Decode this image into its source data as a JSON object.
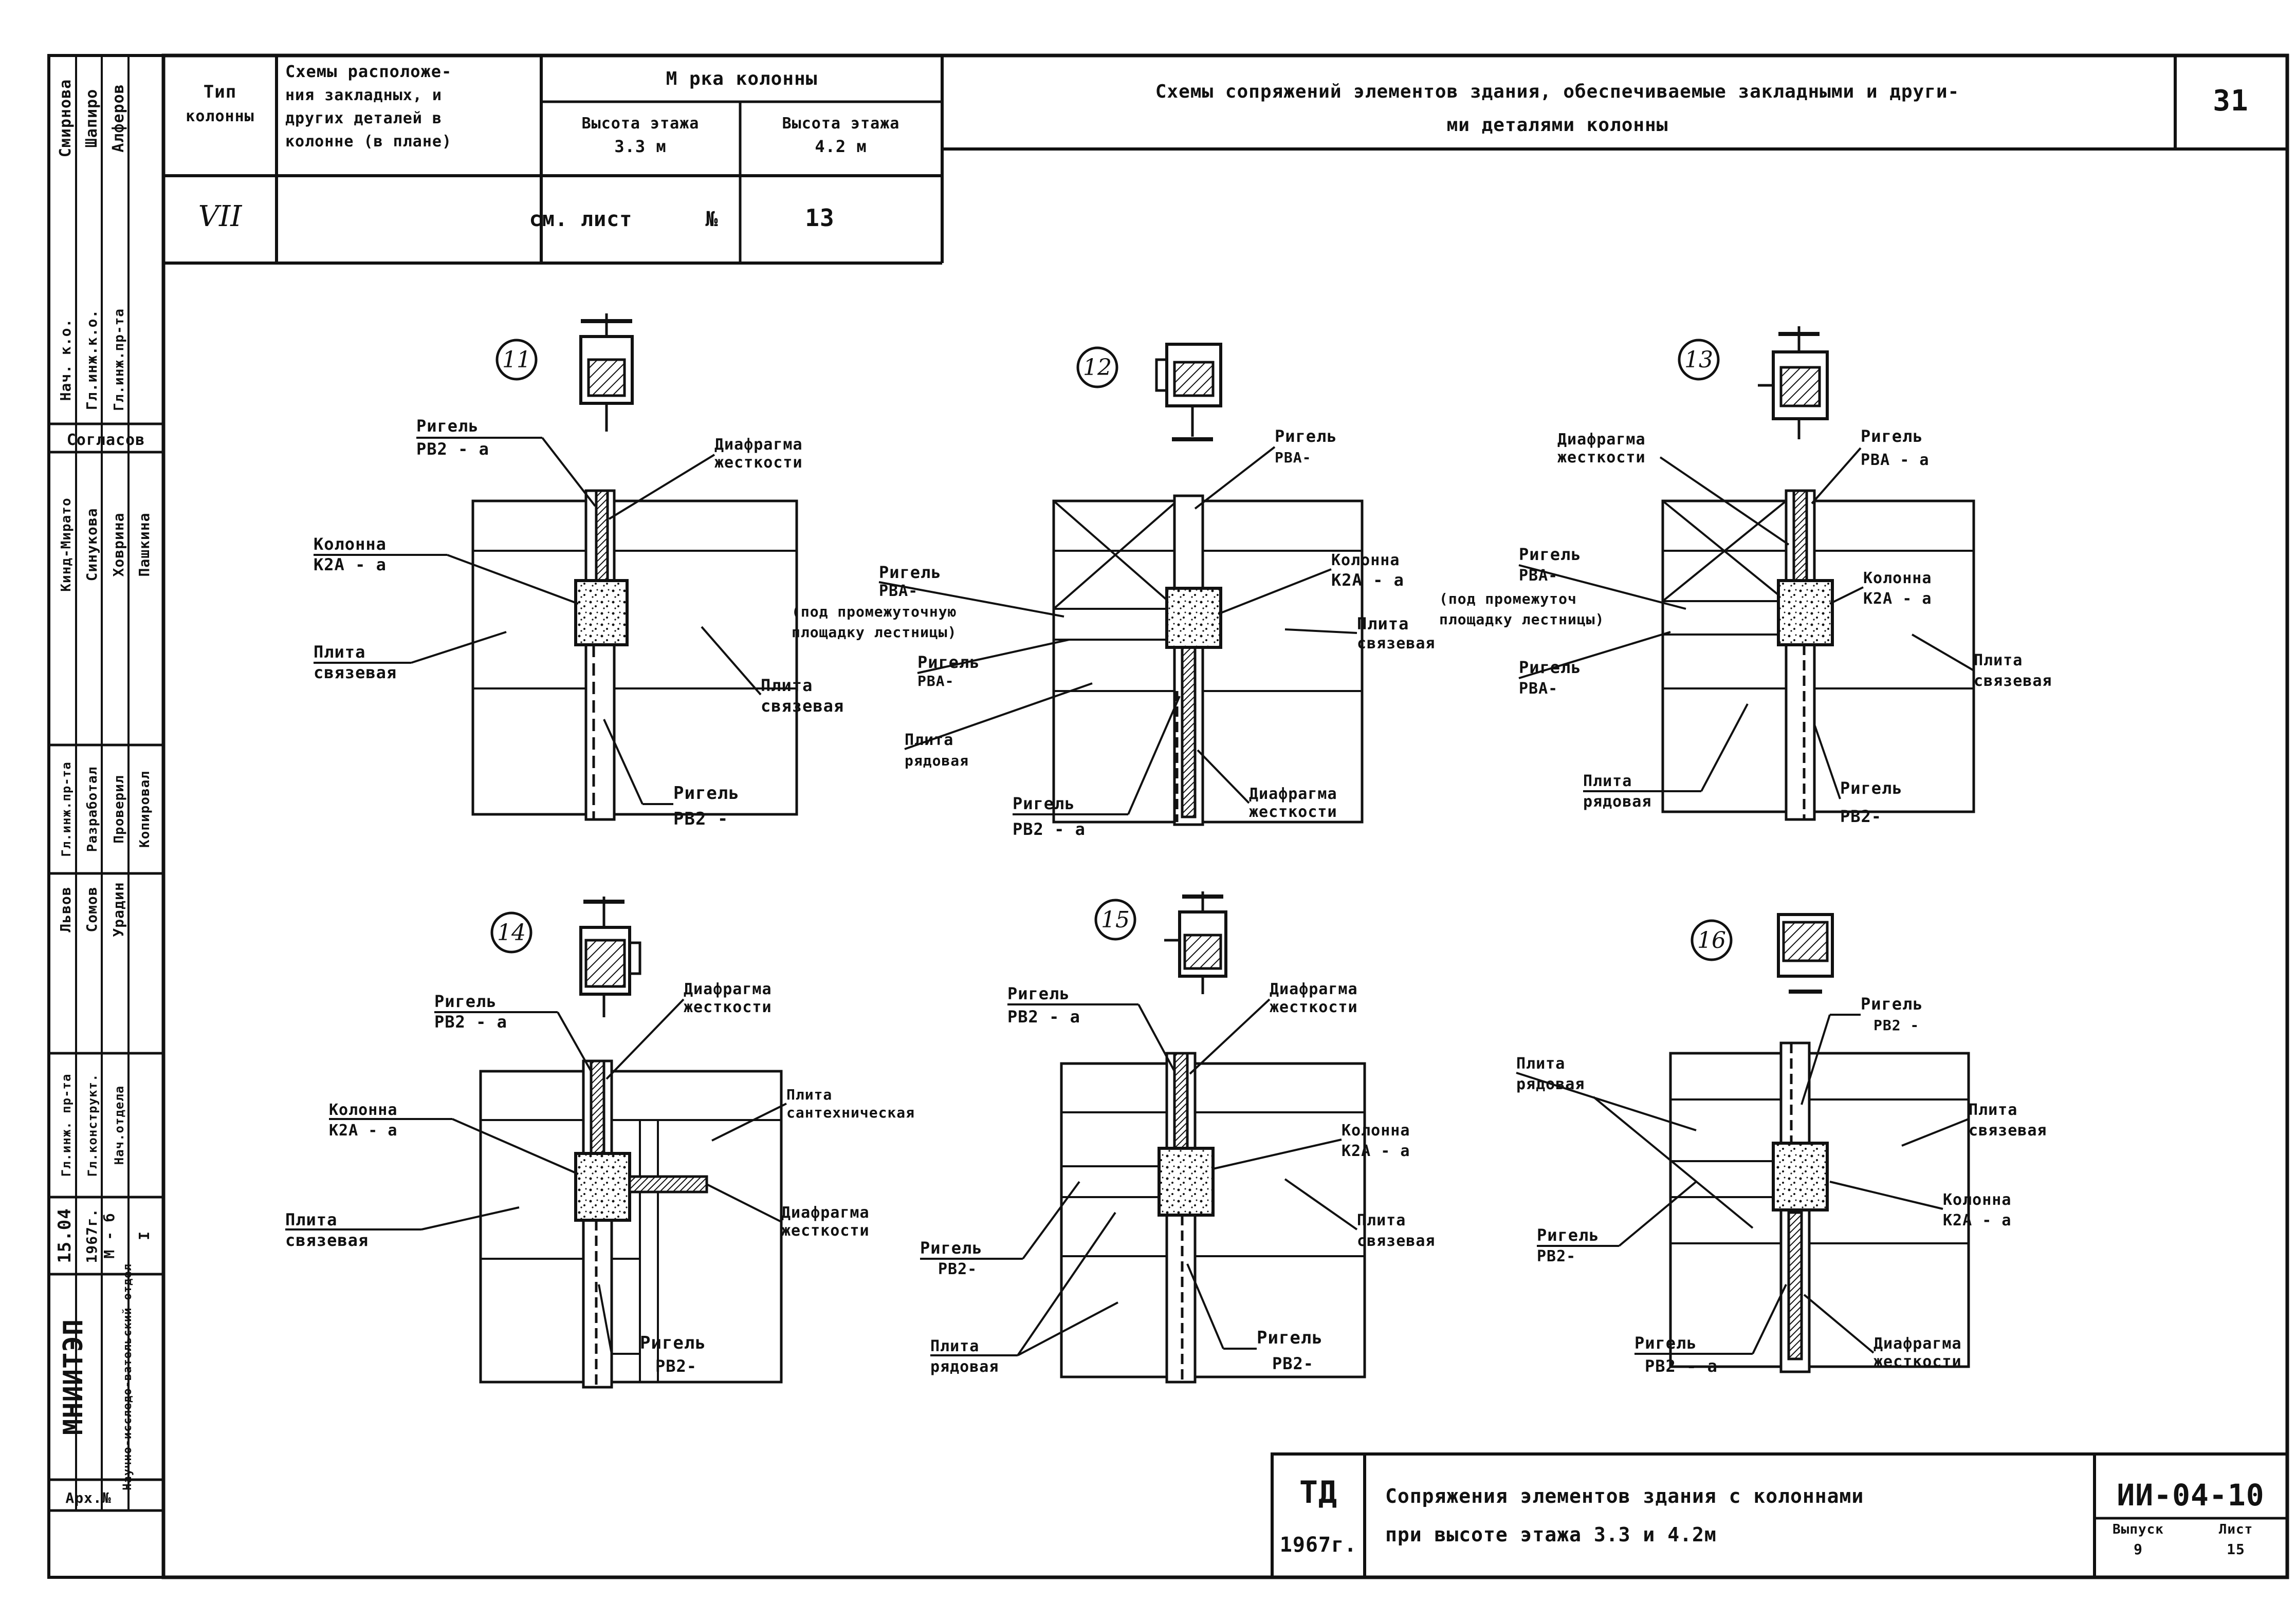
{
  "header": {
    "col_type_label_1": "Тип",
    "col_type_label_2": "колонны",
    "col_schemes_label_1": "Схемы расположе-",
    "col_schemes_label_2": "ния закладных, и",
    "col_schemes_label_3": "других деталей в",
    "col_schemes_label_4": "колонне (в плане)",
    "col_mark_label": "М  рка колонны",
    "col_h33_label_1": "Высота этажа",
    "col_h33_label_2": "3.3 м",
    "col_h42_label_1": "Высота этажа",
    "col_h42_label_2": "4.2 м",
    "row_type": "VII",
    "row_ref_see": "см. лист",
    "row_ref_no": "№",
    "row_ref_num": "13",
    "title_line_1": "Схемы сопряжений  элементов  здания, обеспечиваемые закладными и други-",
    "title_line_2": "ми деталями колонны",
    "page_number": "31"
  },
  "side_stamp": {
    "org_short": "МНИИТЭП",
    "org_dept": "Научно-исследо-вательский отдел",
    "date_1": "15.04",
    "date_2": "1967г.",
    "code_1": "М - б",
    "code_2": "I",
    "role_1": "Гл.инж. пр-та",
    "role_2": "Гл.конструкт.",
    "role_3": "Нач.отдела",
    "role_4": "Гл.инж.пр-та",
    "role_5": "Разработал",
    "role_6": "Проверил",
    "role_7": "Копировал",
    "role_8": "Нач. к.о.",
    "role_9": "Гл.инж.к.о.",
    "role_10": "Гл.инж.пр-та",
    "name_1": "Львов",
    "name_2": "Сомов",
    "name_3": "Урадин",
    "name_4": "Кинд-Мирато",
    "name_5": "Синукова",
    "name_6": "Ховрина",
    "name_7": "Пашкина",
    "name_8": "Смирнова",
    "name_9": "Шапиро",
    "name_10": "Алферов",
    "agreed": "Согласов",
    "archive": "Арх.№"
  },
  "diagrams": [
    {
      "number": "11",
      "labels": {
        "rigel": "Ригель",
        "rigel_mark": "РВ2 - а",
        "diaphragm_1": "Диафрагма",
        "diaphragm_2": "жесткости",
        "column": "Колонна",
        "column_mark": "К2А - а",
        "slab_left_1": "Плита",
        "slab_left_2": "связевая",
        "slab_right_1": "Плита",
        "slab_right_2": "связевая",
        "rigel_bottom": "Ригель",
        "rigel_bottom_mark": "РВ2 -"
      }
    },
    {
      "number": "12",
      "labels": {
        "rigel_top": "Ригель",
        "rigel_top_mark": "РВА-",
        "rigel_mid": "Ригель",
        "rigel_mid_mark": "РВА-",
        "rigel_mid_note_1": "(под промежуточную",
        "rigel_mid_note_2": "площадку лестницы)",
        "column": "Колонна",
        "column_mark": "К2А - а",
        "rigel_low": "Ригель",
        "rigel_low_mark": "РВА-",
        "slab_ord_1": "Плита",
        "slab_ord_2": "рядовая",
        "slab_right_1": "Плита",
        "slab_right_2": "связевая",
        "rigel_bottom": "Ригель",
        "rigel_bottom_mark": "РВ2 - а",
        "diaphragm_1": "Диафрагма",
        "diaphragm_2": "жесткости"
      }
    },
    {
      "number": "13",
      "labels": {
        "diaphragm_1": "Диафрагма",
        "diaphragm_2": "жесткости",
        "rigel_top": "Ригель",
        "rigel_top_mark": "РВА - а",
        "rigel_mid": "Ригель",
        "rigel_mid_mark": "РВА-",
        "rigel_mid_note_1": "(под промежуточ",
        "rigel_mid_note_2": "площадку лестницы)",
        "column": "Колонна",
        "column_mark": "К2А - а",
        "rigel_low": "Ригель",
        "rigel_low_mark": "РВА-",
        "slab_right_1": "Плита",
        "slab_right_2": "связевая",
        "slab_ord_1": "Плита",
        "slab_ord_2": "рядовая",
        "rigel_bottom": "Ригель",
        "rigel_bottom_mark": "РВ2-"
      }
    },
    {
      "number": "14",
      "labels": {
        "rigel": "Ригель",
        "rigel_mark": "РВ2 - а",
        "diaphragm_1": "Диафрагма",
        "diaphragm_2": "жесткости",
        "column": "Колонна",
        "column_mark": "К2А - а",
        "slab_sant_1": "Плита",
        "slab_sant_2": "сантехническая",
        "diaphragm_b_1": "Диафрагма",
        "diaphragm_b_2": "жесткости",
        "slab_left_1": "Плита",
        "slab_left_2": "связевая",
        "rigel_bottom": "Ригель",
        "rigel_bottom_mark": "РВ2-"
      }
    },
    {
      "number": "15",
      "labels": {
        "rigel": "Ригель",
        "rigel_mark": "РВ2 - а",
        "diaphragm_1": "Диафрагма",
        "diaphragm_2": "жесткости",
        "column": "Колонна",
        "column_mark": "К2А - а",
        "slab_right_1": "Плита",
        "slab_right_2": "связевая",
        "rigel_left": "Ригель",
        "rigel_left_mark": "РВ2-",
        "slab_ord_1": "Плита",
        "slab_ord_2": "рядовая",
        "rigel_bottom": "Ригель",
        "rigel_bottom_mark": "РВ2-"
      }
    },
    {
      "number": "16",
      "labels": {
        "rigel_top": "Ригель",
        "rigel_top_mark": "РВ2 -",
        "slab_ord_1": "Плита",
        "slab_ord_2": "рядовая",
        "slab_right_1": "Плита",
        "slab_right_2": "связевая",
        "column": "Колонна",
        "column_mark": "К2А - а",
        "rigel_left": "Ригель",
        "rigel_left_mark": "РВ2-",
        "rigel_bottom": "Ригель",
        "rigel_bottom_mark": "РВ2 - а",
        "diaphragm_1": "Диафрагма",
        "diaphragm_2": "жесткости"
      }
    }
  ],
  "title_block": {
    "td": "ТД",
    "year": "1967г.",
    "title_line_1": "Сопряжения  элементов  здания  с  колоннами",
    "title_line_2": "при  высоте  этажа 3.3  и 4.2м",
    "code": "ИИ-04-10",
    "issue_label": "Выпуск",
    "sheet_label": "Лист",
    "issue_num": "9",
    "sheet_num": "15"
  }
}
